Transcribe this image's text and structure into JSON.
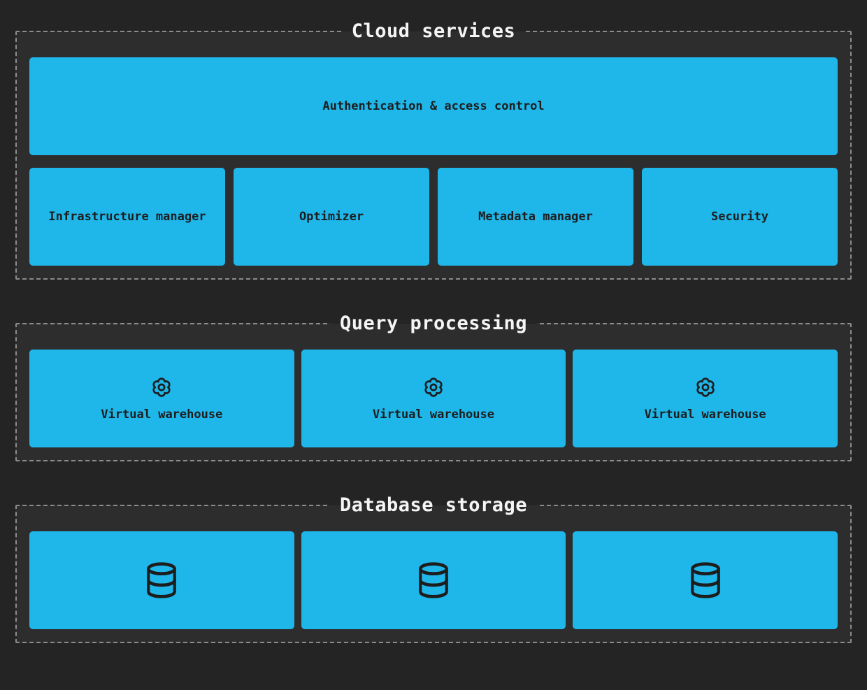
{
  "diagram": {
    "background_color": "#242424",
    "panel_background_color": "#2d2d2d",
    "panel_border_color": "#8c8c8c",
    "accent_color": "#1fb6e9",
    "box_text_color": "#1d1d1d",
    "title_text_color": "#f5f5f5"
  },
  "sections": [
    {
      "title": "Cloud services",
      "wide_box": {
        "label": "Authentication & access control"
      },
      "boxes": [
        {
          "label": "Infrastructure manager"
        },
        {
          "label": "Optimizer"
        },
        {
          "label": "Metadata manager"
        },
        {
          "label": "Security"
        }
      ]
    },
    {
      "title": "Query processing",
      "boxes": [
        {
          "icon": "gear-icon",
          "label": "Virtual warehouse"
        },
        {
          "icon": "gear-icon",
          "label": "Virtual warehouse"
        },
        {
          "icon": "gear-icon",
          "label": "Virtual warehouse"
        }
      ]
    },
    {
      "title": "Database storage",
      "boxes": [
        {
          "icon": "database-icon"
        },
        {
          "icon": "database-icon"
        },
        {
          "icon": "database-icon"
        }
      ]
    }
  ]
}
